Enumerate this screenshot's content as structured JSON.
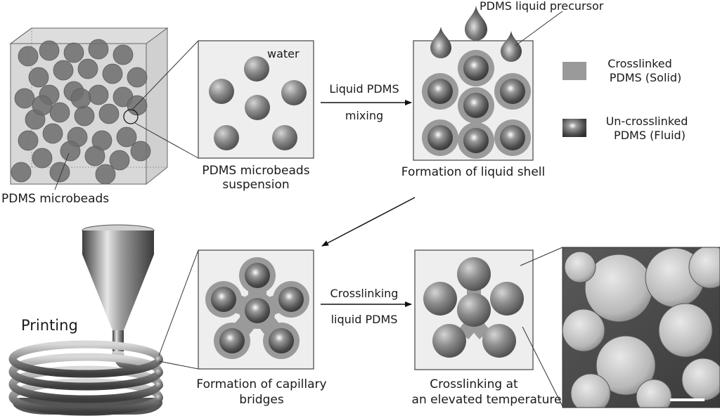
{
  "labels": {
    "pdms_microbeads": "PDMS microbeads",
    "water": "water",
    "suspension_line1": "PDMS microbeads",
    "suspension_line2": "suspension",
    "arrow1_top": "Liquid PDMS",
    "arrow1_bottom": "mixing",
    "precursor": "PDMS liquid precursor",
    "liquid_shell": "Formation of liquid shell",
    "printing": "Printing",
    "capillary_line1": "Formation of capillary",
    "capillary_line2": "bridges",
    "arrow2_top": "Crosslinking",
    "arrow2_bottom": "liquid PDMS",
    "elevated_line1": "Crosslinking at",
    "elevated_line2": "an elevated temperature"
  },
  "legend": {
    "solid_line1": "Crosslinked",
    "solid_line2": "PDMS (Solid)",
    "fluid_line1": "Un-crosslinked",
    "fluid_line2": "PDMS (Fluid)"
  },
  "colors": {
    "solid_bead": "#8f8f8f",
    "shell": "#9a9a9a",
    "panel_fill": "#eeeeee",
    "panel_stroke": "#444444"
  }
}
